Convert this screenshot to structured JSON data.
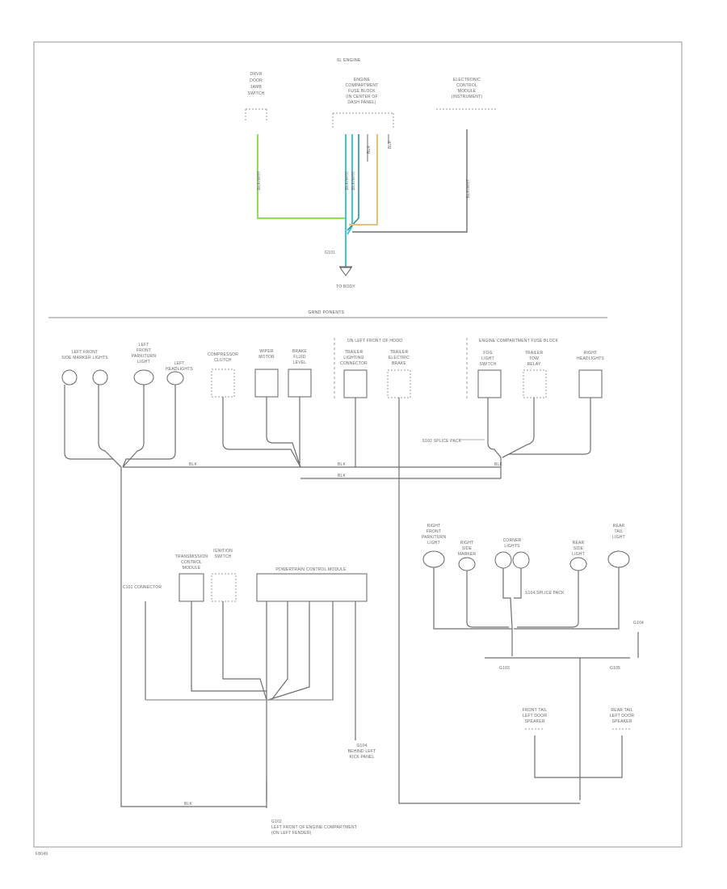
{
  "sections": {
    "top_header": "6L ENGINE",
    "lower_header": "GRND PONENTS"
  },
  "top": {
    "left_component": [
      "DRVR",
      "DOOR",
      "JAMB",
      "SWITCH"
    ],
    "center_component": [
      "ENGINE",
      "COMPARTMENT",
      "FUSE BLOCK",
      "(IN CENTER OF",
      "DASH PANEL)"
    ],
    "right_component": [
      "ELECTRONIC",
      "CONTROL",
      "MODULE",
      "(INSTRUMENT)"
    ],
    "wire_left": "BLK/WHT",
    "wire_c1": "BLK/WHT",
    "wire_c2": "BLK/WHT",
    "wire_c3": "BLK",
    "wire_c4": "BLK",
    "wire_right": "BLK/WHT",
    "ground_label": "G101",
    "ground_note": "TO BODY"
  },
  "lower": {
    "comp1": [
      "LEFT FRONT",
      "SIDE MARKER LIGHTS"
    ],
    "comp2": [
      "LEFT",
      "FRONT",
      "PARK/TURN",
      "LIGHT"
    ],
    "comp3": [
      "LEFT",
      "HEADLIGHTS"
    ],
    "comp4": [
      "COMPRESSOR",
      "CLUTCH"
    ],
    "comp5": [
      "WIPER",
      "MOTOR"
    ],
    "comp6": [
      "BRAKE",
      "FLUID",
      "LEVEL"
    ],
    "group_hood": "ON LEFT FRONT OF HOOD",
    "comp7": [
      "TRAILER",
      "LIGHTING",
      "CONNECTOR"
    ],
    "comp8": [
      "TRAILER",
      "ELECTRIC",
      "BRAKE"
    ],
    "group_engine": "ENGINE COMPARTMENT FUSE BLOCK",
    "comp9": [
      "FOG",
      "LIGHT",
      "SWITCH"
    ],
    "comp10": [
      "TRAILER",
      "TOW",
      "RELAY"
    ],
    "comp11": [
      "RIGHT",
      "HEADLIGHTS"
    ],
    "splice_note": "S102 SPLICE PACK",
    "wire_bus1": "BLK",
    "wire_bus2": "BLK",
    "wire_bus3": "BLK",
    "wire_bus4": "BLK",
    "comp12": [
      "TRANSMISSION",
      "CONTROL",
      "MODULE"
    ],
    "comp13": [
      "IGNITION",
      "SWITCH"
    ],
    "comp14": "POWERTRAIN CONTROL MODULE",
    "connector_note": "C101 CONNECTOR",
    "comp15": [
      "RIGHT",
      "FRONT",
      "PARK/TURN",
      "LIGHT"
    ],
    "comp16": [
      "RIGHT",
      "SIDE",
      "MARKER"
    ],
    "comp17": [
      "CORNER",
      "LIGHTS"
    ],
    "comp18": [
      "REAR",
      "SIDE",
      "LIGHT"
    ],
    "comp19": [
      "REAR",
      "TAIL",
      "LIGHT"
    ],
    "s104_note": "S104 SPLICE PACK",
    "ground_g103": "G103",
    "ground_g104": "G104",
    "ground_g105": "G105",
    "comp20": [
      "FRONT TAIL",
      "LEFT DOOR",
      "SPEAKER"
    ],
    "comp21": [
      "REAR TAIL",
      "LEFT DOOR",
      "SPEAKER"
    ],
    "ground_right": [
      "G104",
      "BEHIND LEFT",
      "KICK PANEL"
    ],
    "wire_bottom": "BLK",
    "g102_note": [
      "G102",
      "LEFT FRONT OF ENGINE COMPARTMENT",
      "(ON LEFT FENDER)"
    ],
    "footer_code": "F8049"
  },
  "colors": {
    "wire_green": "#8ee05a",
    "wire_cyan": "#3ec9d6",
    "wire_dark_cyan": "#2c8f9a",
    "wire_orange": "#e8c07a",
    "wire_gray": "#6f6f6f",
    "border": "#a8a8a8"
  }
}
